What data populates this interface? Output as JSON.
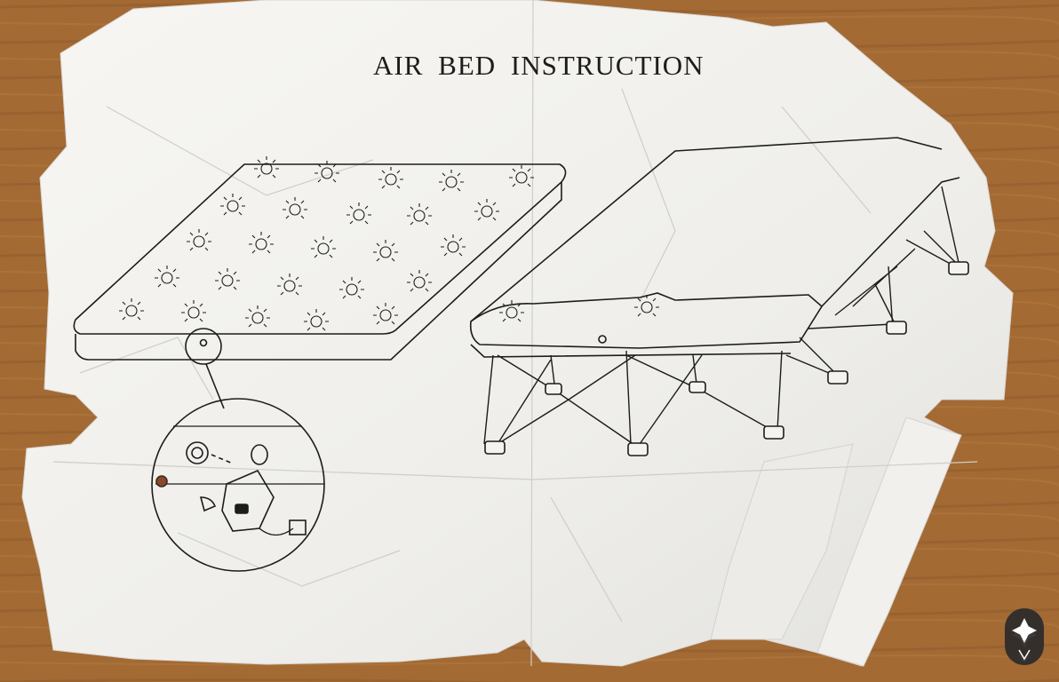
{
  "photo": {
    "subject": "instruction-sheet",
    "title": "AIR BED INSTRUCTION",
    "colors": {
      "table": "#a36a34",
      "paper": "#f4f3f0",
      "ink": "#1c1c1c"
    }
  },
  "watermark": {
    "icon": "diamond-cross-logo"
  }
}
